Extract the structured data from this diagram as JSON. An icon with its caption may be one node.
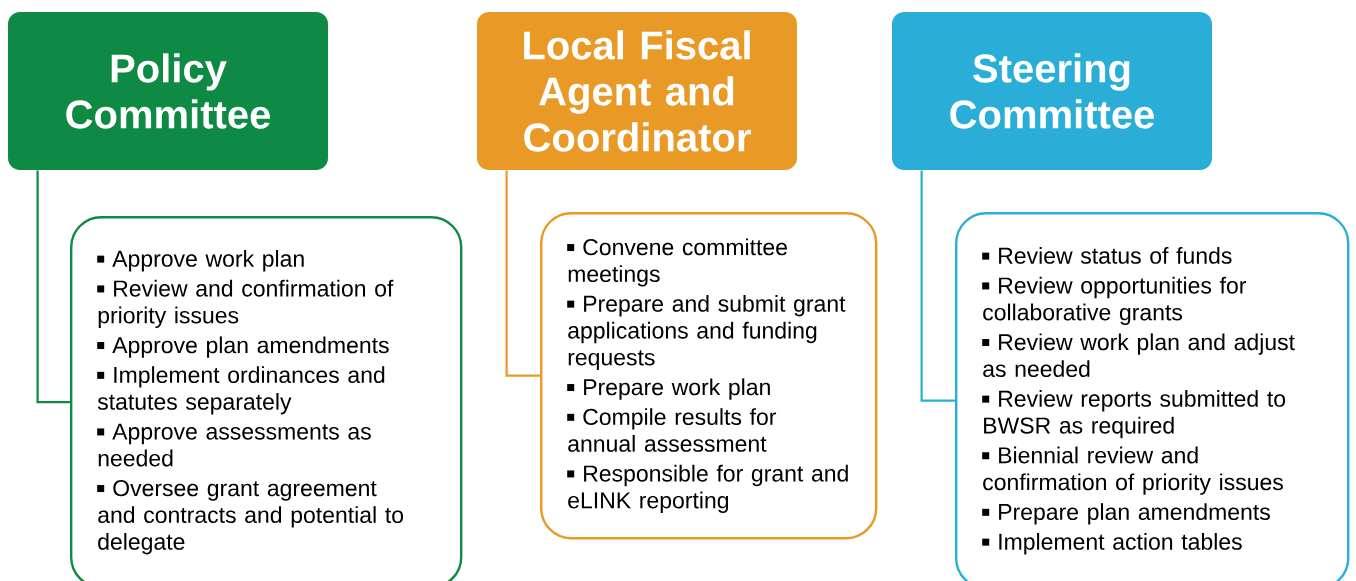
{
  "diagram": {
    "nodes": [
      {
        "text": [
          "Policy Committee"
        ]
      },
      {
        "text": [
          "Approve work plan",
          "Review and confirmation of priority issues",
          "Approve plan amendments",
          "Implement ordinances and statutes separately",
          "Approve assessments as needed",
          "Oversee grant agreement and contracts and potential to delegate"
        ]
      },
      {
        "text": [
          "Local Fiscal Agent and Coordinator"
        ]
      },
      {
        "text": [
          "Convene committee meetings",
          "Prepare and submit grant applications and funding requests",
          "Prepare work plan",
          "Compile results for annual assessment",
          "Responsible for grant and eLINK reporting"
        ]
      },
      {
        "text": [
          "Steering Committee"
        ]
      },
      {
        "text": [
          "Review status of funds",
          "Review opportunities for collaborative grants",
          "Review work plan and adjust as needed",
          "Review reports submitted to BWSR as required",
          "Biennial review and confirmation of priority issues",
          "Prepare plan amendments",
          "Implement action tables"
        ]
      }
    ],
    "edges": [
      {
        "from": 0,
        "to": 1,
        "arrow": "none",
        "color": "#0f8a44"
      },
      {
        "from": 2,
        "to": 3,
        "arrow": "none",
        "color": "#e99a26"
      },
      {
        "from": 4,
        "to": 5,
        "arrow": "none",
        "color": "#2aaed8"
      }
    ]
  }
}
